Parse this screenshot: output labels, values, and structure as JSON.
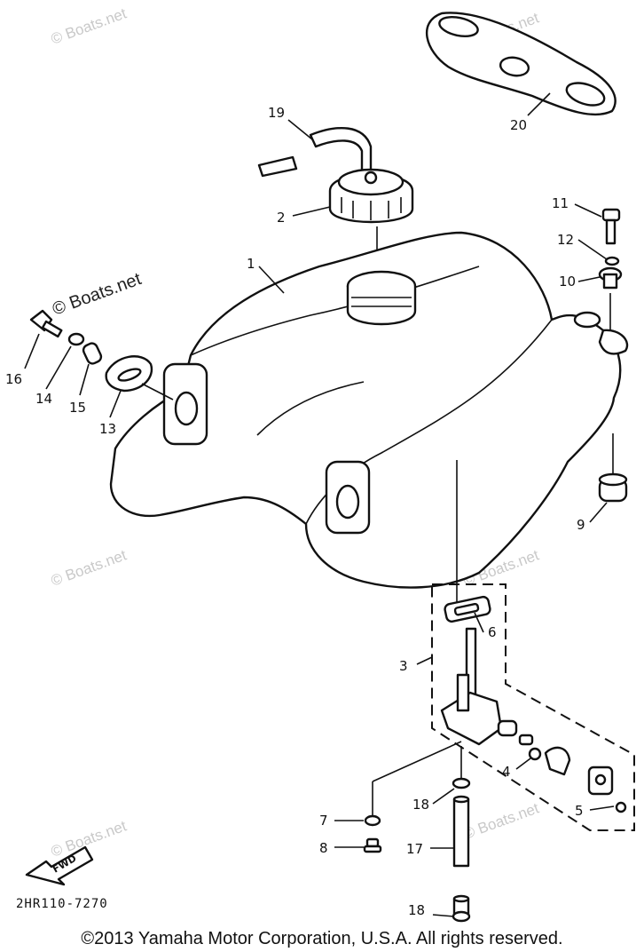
{
  "watermark": "© Boats.net",
  "callouts": {
    "c1": "1",
    "c2": "2",
    "c3": "3",
    "c4": "4",
    "c5": "5",
    "c6": "6",
    "c7": "7",
    "c8": "8",
    "c9": "9",
    "c10": "10",
    "c11": "11",
    "c12": "12",
    "c13": "13",
    "c14": "14",
    "c15": "15",
    "c16": "16",
    "c17": "17",
    "c18a": "18",
    "c18b": "18",
    "c19": "19",
    "c20": "20"
  },
  "fwd_label": "FWD",
  "diagram_code": "2HR110-7270",
  "copyright": "©2013 Yamaha Motor Corporation, U.S.A. All rights reserved."
}
